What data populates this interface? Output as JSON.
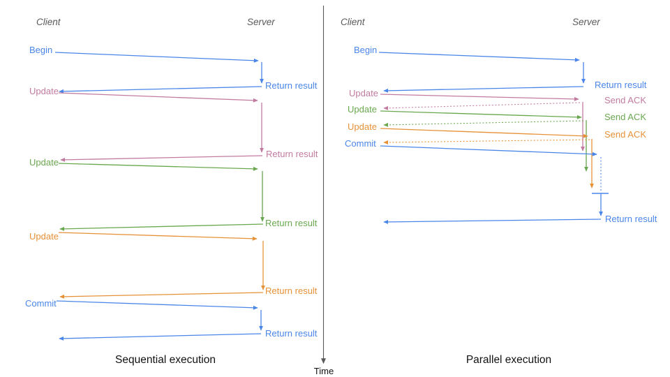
{
  "colors": {
    "blue": "#4a86e8",
    "pink": "#c27ba0",
    "green": "#6aa84f",
    "orange": "#e69138",
    "axis": "#595959",
    "header": "#595959",
    "caption": "#111111"
  },
  "axis": {
    "label": "Time"
  },
  "left": {
    "caption": "Sequential execution",
    "client": "Client",
    "server": "Server",
    "steps": [
      {
        "request": "Begin",
        "response": "Return result"
      },
      {
        "request": "Update",
        "response": "Return result"
      },
      {
        "request": "Update",
        "response": "Return result"
      },
      {
        "request": "Update",
        "response": "Return result"
      },
      {
        "request": "Commit",
        "response": "Return result"
      }
    ]
  },
  "right": {
    "caption": "Parallel execution",
    "client": "Client",
    "server": "Server",
    "steps": [
      {
        "request": "Begin",
        "response": "Return result"
      },
      {
        "request": "Update",
        "response": "Send ACK"
      },
      {
        "request": "Update",
        "response": "Send ACK"
      },
      {
        "request": "Update",
        "response": "Send ACK"
      },
      {
        "request": "Commit",
        "response": "Return result"
      }
    ]
  }
}
